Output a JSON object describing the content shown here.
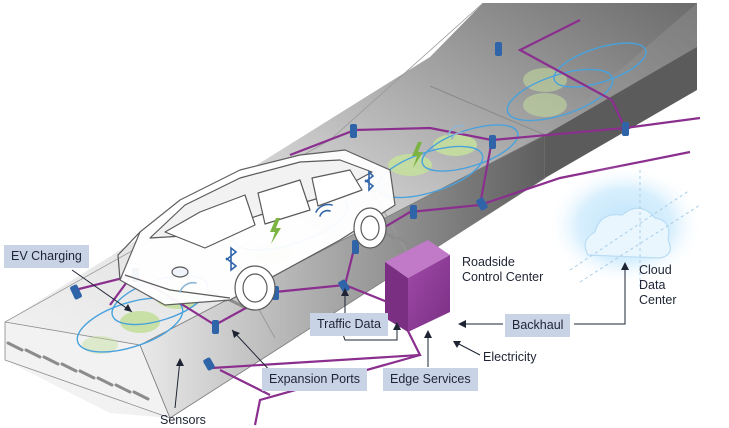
{
  "labels": {
    "ev_charging": "EV Charging",
    "roadside_line1": "Roadside",
    "roadside_line2": "Control Center",
    "cloud_line1": "Cloud",
    "cloud_line2": "Data",
    "cloud_line3": "Center",
    "traffic_data": "Traffic Data",
    "backhaul": "Backhaul",
    "electricity": "Electricity",
    "expansion_ports": "Expansion Ports",
    "edge_services": "Edge Services",
    "sensors": "Sensors"
  },
  "colors": {
    "callout_bg": "#c9d3e6",
    "cable": "#8b2f8f",
    "control_center": "#8e3a97",
    "sensor": "#2f64a8",
    "pad": "#c5df9e",
    "road_dark": "#6e6e6e",
    "road_light": "#ececec",
    "cloud_glow": "#9fd4f5"
  },
  "icons": [
    "bluetooth-icon",
    "wifi-icon",
    "lightning-icon",
    "cloud-icon"
  ]
}
